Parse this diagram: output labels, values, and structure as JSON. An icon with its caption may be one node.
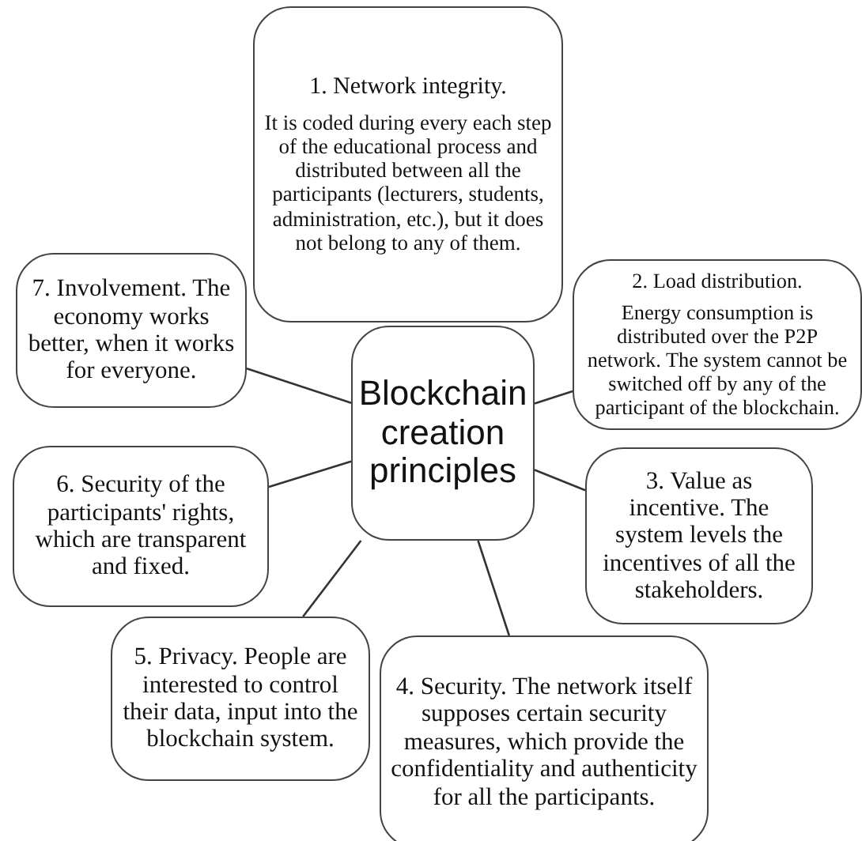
{
  "diagram": {
    "nodes": [
      {
        "text": [
          "Blockchain creation principles"
        ]
      },
      {
        "text": [
          "1. Network integrity.",
          "It is coded during every each step of the educational process and distributed between all the participants (lecturers, students, administration, etc.), but it does not belong to any of them."
        ]
      },
      {
        "text": [
          "2. Load distribution.",
          "Energy consumption is distributed over the P2P network. The system cannot be switched off by any of the participant of the blockchain."
        ]
      },
      {
        "text": [
          "3. Value as incentive. The system levels the incentives of all the stakeholders."
        ]
      },
      {
        "text": [
          "4. Security. The network itself supposes certain security measures, which provide the confidentiality and authenticity for all the participants."
        ]
      },
      {
        "text": [
          "5. Privacy. People are interested to control their data, input into the blockchain system."
        ]
      },
      {
        "text": [
          "6. Security of the participants' rights, which are transparent and fixed."
        ]
      },
      {
        "text": [
          "7. Involvement. The economy works better, when it works for everyone."
        ]
      }
    ],
    "edges": [
      {
        "from": 0,
        "to": 2,
        "arrow": "none"
      },
      {
        "from": 0,
        "to": 3,
        "arrow": "none"
      },
      {
        "from": 0,
        "to": 4,
        "arrow": "none"
      },
      {
        "from": 0,
        "to": 5,
        "arrow": "none"
      },
      {
        "from": 0,
        "to": 6,
        "arrow": "none"
      },
      {
        "from": 0,
        "to": 7,
        "arrow": "none"
      }
    ]
  }
}
